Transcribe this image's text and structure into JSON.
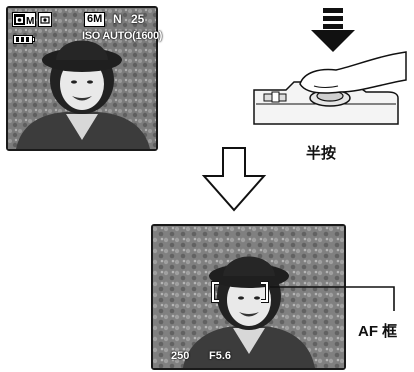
{
  "top_screen": {
    "mode_icon": "camera-m-icon",
    "secondary_icon": "camera-small-icon",
    "battery_icon": "battery-icon",
    "quality_badge": "6M",
    "quality_mode": "N",
    "shots_remaining": "25",
    "iso": "ISO AUTO(1600)"
  },
  "shutter": {
    "arrow_icon": "press-down-arrow-icon",
    "label": "半按"
  },
  "transition_arrow_icon": "down-arrow-outline-icon",
  "bottom_screen": {
    "af_bracket_icon": "af-frame-icon",
    "shutter_speed": "250",
    "aperture": "F5.6",
    "af_label": "AF 框"
  }
}
